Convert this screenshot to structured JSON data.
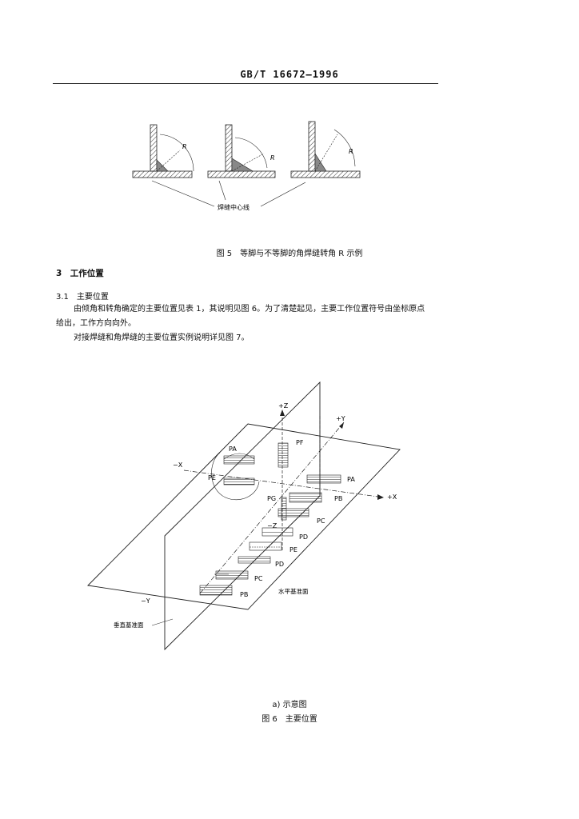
{
  "header": {
    "standard_no": "GB/T 16672—1996"
  },
  "figure5": {
    "label_R": "R",
    "label_weld_centerline": "焊缝中心线",
    "caption": "图 5　等脚与不等脚的角焊缝转角 R 示例"
  },
  "section3": {
    "heading": "3　工作位置",
    "sub_heading": "3.1　主要位置",
    "para1_line1": "由倾角和转角确定的主要位置见表 1，其说明见图 6。为了清楚起见，主要工作位置符号由坐标原点",
    "para1_line2": "给出，工作方向向外。",
    "para2": "对接焊缝和角焊缝的主要位置实例说明详见图 7。"
  },
  "figure6": {
    "axis_plus_z": "+Z",
    "axis_minus_z": "−Z",
    "axis_plus_y": "+Y",
    "axis_minus_y": "−Y",
    "axis_plus_x": "+X",
    "axis_minus_x": "−X",
    "pos_PA": "PA",
    "pos_PB": "PB",
    "pos_PC": "PC",
    "pos_PD": "PD",
    "pos_PE": "PE",
    "pos_PF": "PF",
    "pos_PG": "PG",
    "label_horizontal_plane": "水平基准面",
    "label_vertical_plane": "垂直基准面",
    "subcaption": "a) 示意图",
    "caption": "图 6　主要位置"
  }
}
